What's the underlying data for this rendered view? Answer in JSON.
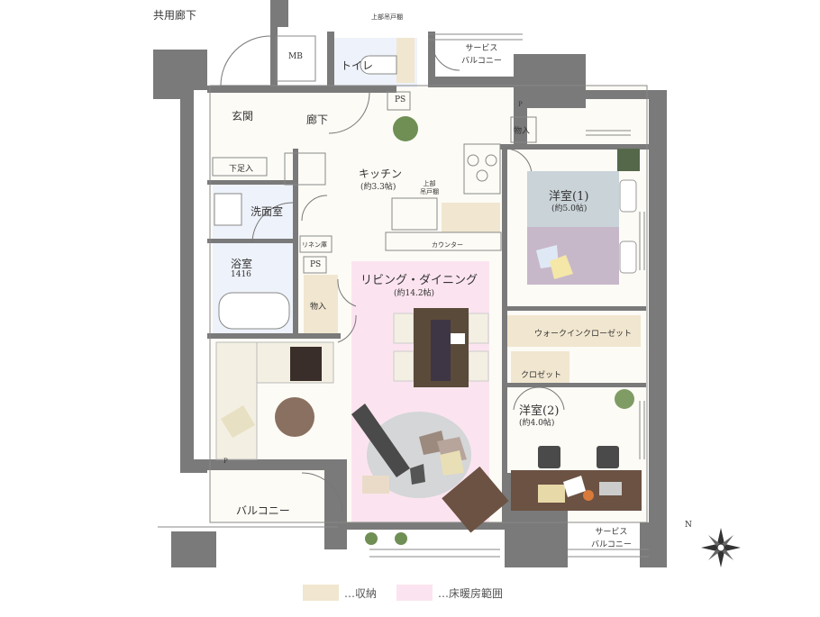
{
  "labels": {
    "corridor": "共用廊下",
    "top_shelf_top": "上部吊戸棚",
    "mb": "MB",
    "toilet": "トイレ",
    "service_balcony_top": "サービス\nバルコニー",
    "entrance": "玄関",
    "hallway": "廊下",
    "ps_top": "PS",
    "storage_top": "物入",
    "p_top": "P",
    "shoe_box": "下足入",
    "kitchen": "キッチン",
    "kitchen_size": "(約3.3帖)",
    "top_shelf_kitchen": "上部\n吊戸棚",
    "bedroom1": "洋室(1)",
    "bedroom1_size": "(約5.0帖)",
    "washroom": "洗面室",
    "linen": "リネン庫",
    "counter": "カウンター",
    "bath": "浴室",
    "bath_size": "1416",
    "ps_mid": "PS",
    "living": "リビング・ダイニング",
    "living_size": "(約14.2帖)",
    "storage_mid": "物入",
    "walkin": "ウォークインクローゼット",
    "closet": "クロゼット",
    "bedroom2": "洋室(2)",
    "bedroom2_size": "(約4.0帖)",
    "p_bottom": "P",
    "balcony": "バルコニー",
    "service_balcony_bottom": "サービス\nバルコニー",
    "north": "N"
  },
  "legend": {
    "storage_label": "…収納",
    "heating_label": "…床暖房範囲"
  },
  "colors": {
    "wall": "#7a7a7a",
    "storage": "#f1e6cf",
    "heating": "#fbe4ef",
    "floor": "#fdfbf6",
    "wet": "#eef2fa",
    "bed1": "#c9d3d8",
    "bed2": "#c7b8c9",
    "table": "#5a4a3a",
    "rug": "#d4d6d8"
  }
}
